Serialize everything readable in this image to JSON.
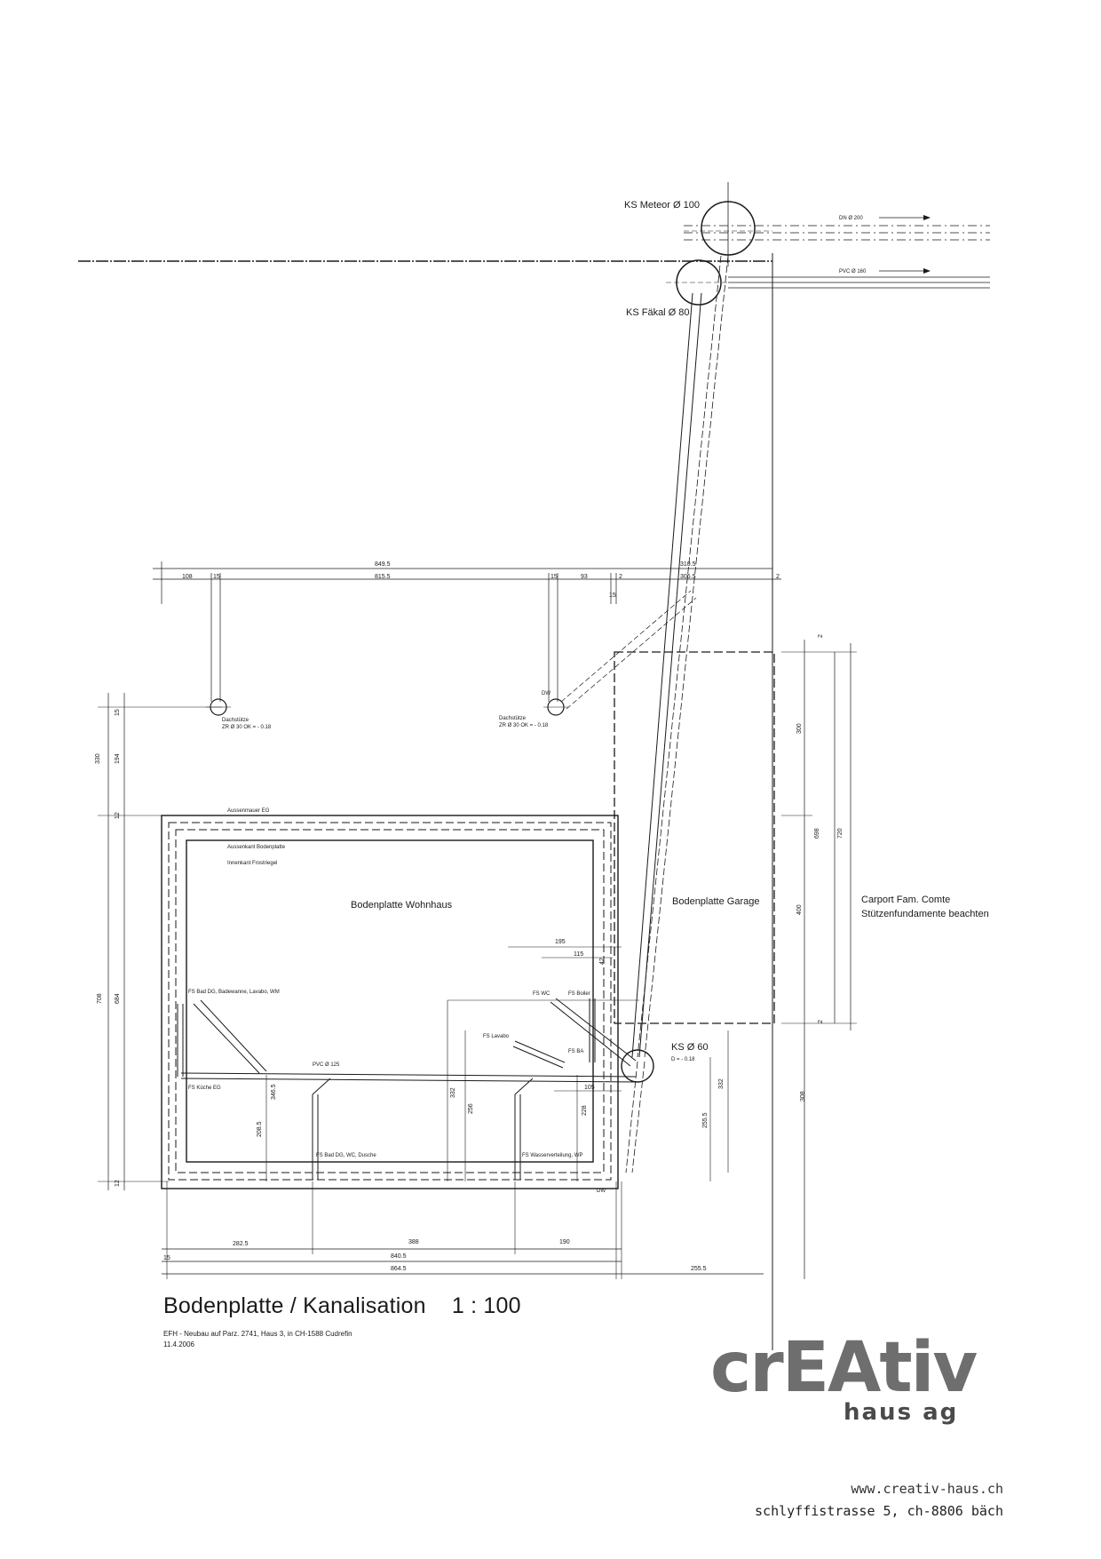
{
  "labels": {
    "ks_meteor": "KS Meteor Ø 100",
    "ks_faekal": "KS Fäkal Ø 80",
    "dn_200": "DN Ø 200",
    "pvc_160": "PVC Ø 160",
    "ks_60": "KS Ø 60",
    "ks_60_level": "D = - 0.18",
    "bodenplatte_wohnhaus": "Bodenplatte Wohnhaus",
    "bodenplatte_garage": "Bodenplatte Garage",
    "carport_line1": "Carport Fam. Comte",
    "carport_line2": "Stützenfundamente beachten",
    "aussenmauer": "Aussenmauer EG",
    "aussenkant_bodenplatte": "Aussenkant Bodenplatte",
    "innenkant_frostriegel": "Innenkant Frostriegel",
    "dachstuetze": "Dachstütze",
    "dachstuetze_spec": "ZR Ø 30 OK = - 0.18",
    "dw": "DW",
    "pvc_125": "PVC Ø 125",
    "fs_bad_dg_1": "FS Bad DG, Badewanne, Lavabo, WM",
    "fs_kueche": "FS Küche EG",
    "fs_bad_dg_2": "FS Bad DG, WC, Dusche",
    "fs_wasserverteilung": "FS Wasserverteilung, WP",
    "fs_lavabo": "FS Lavabo",
    "fs_wc": "FS WC",
    "fs_boiler": "FS Boiler",
    "fs_ba": "FS BA"
  },
  "dims": {
    "d_849_5": "849.5",
    "d_815_5": "815.5",
    "d_108": "108",
    "d_15": "15",
    "d_93": "93",
    "d_2": "2",
    "d_310_5": "310.5",
    "d_306_5": "306.5",
    "d_330": "330",
    "d_194": "194",
    "d_708": "708",
    "d_684": "684",
    "d_12": "12",
    "d_300": "300",
    "d_400": "400",
    "d_698": "698",
    "d_720": "720",
    "d_195": "195",
    "d_115": "115",
    "d_105": "105",
    "d_346_5": "346.5",
    "d_208_5": "208.5",
    "d_332": "332",
    "d_256": "256",
    "d_228": "228",
    "d_308": "308",
    "d_282_5": "282.5",
    "d_388": "388",
    "d_190": "190",
    "d_840_5": "840.5",
    "d_864_5": "864.5",
    "d_255_5": "255.5"
  },
  "title": {
    "main": "Bodenplatte / Kanalisation",
    "scale": "1 : 100",
    "project": "EFH - Neubau auf Parz. 2741, Haus 3, in CH-1588 Cudrefin",
    "date": "11.4.2006"
  },
  "logo": {
    "word": "crEAtiv",
    "sub": "haus ag",
    "url": "www.creativ-haus.ch",
    "address": "schlyffistrasse 5, ch-8806 bäch"
  }
}
